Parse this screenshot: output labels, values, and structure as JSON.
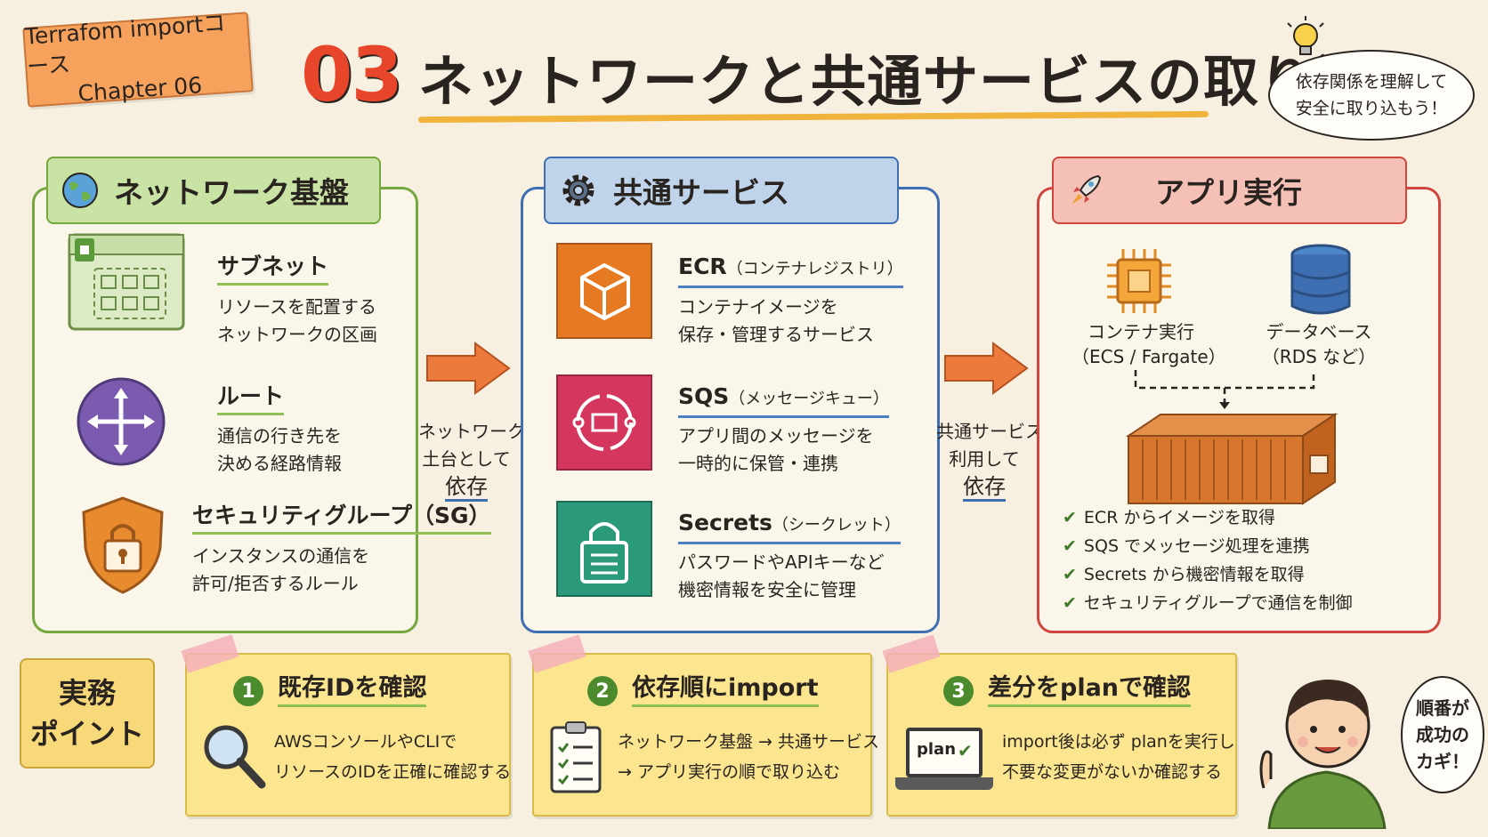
{
  "header": {
    "tag_line1": "Terrafom importコース",
    "tag_line2": "Chapter 06",
    "number": "03",
    "title": "ネットワークと共通サービスの取り込み",
    "bubble_line1": "依存関係を理解して",
    "bubble_line2": "安全に取り込もう！"
  },
  "network": {
    "title": "ネットワーク基盤",
    "items": [
      {
        "title": "サブネット",
        "desc1": "リソースを配置する",
        "desc2": "ネットワークの区画"
      },
      {
        "title": "ルート",
        "desc1": "通信の行き先を",
        "desc2": "決める経路情報"
      },
      {
        "title": "セキュリティグループ（SG）",
        "desc1": "インスタンスの通信を",
        "desc2": "許可/拒否するルール"
      }
    ]
  },
  "arrow1": {
    "line1": "ネットワークを",
    "line2": "土台として",
    "line3": "依存"
  },
  "services": {
    "title": "共通サービス",
    "items": [
      {
        "title": "ECR",
        "sub": "（コンテナレジストリ）",
        "desc1": "コンテナイメージを",
        "desc2": "保存・管理するサービス"
      },
      {
        "title": "SQS",
        "sub": "（メッセージキュー）",
        "desc1": "アプリ間のメッセージを",
        "desc2": "一時的に保管・連携"
      },
      {
        "title": "Secrets",
        "sub": "（シークレット）",
        "desc1": "パスワードやAPIキーなど",
        "desc2": "機密情報を安全に管理"
      }
    ]
  },
  "arrow2": {
    "line1": "共通サービスを",
    "line2": "利用して",
    "line3": "依存"
  },
  "app": {
    "title": "アプリ実行",
    "container_label": "コンテナ実行",
    "container_sub": "（ECS / Fargate）",
    "db_label": "データベース",
    "db_sub": "（RDS など）",
    "checks": [
      "ECR からイメージを取得",
      "SQS でメッセージ処理を連携",
      "Secrets から機密情報を取得",
      "セキュリティグループで通信を制御"
    ]
  },
  "points": {
    "label_line1": "実務",
    "label_line2": "ポイント",
    "items": [
      {
        "num": "1",
        "title": "既存IDを確認",
        "desc1": "AWSコンソールやCLIで",
        "desc2": "リソースのIDを正確に確認する"
      },
      {
        "num": "2",
        "title": "依存順にimport",
        "desc1": "ネットワーク基盤 → 共通サービス",
        "desc2": "→ アプリ実行の順で取り込む"
      },
      {
        "num": "3",
        "title": "差分をplanで確認",
        "desc1": "import後は必ず planを実行し",
        "desc2": "不要な変更がないか確認する",
        "screen_label": "plan"
      }
    ],
    "kid_line1": "順番が",
    "kid_line2": "成功の",
    "kid_line3": "カギ！"
  },
  "colors": {
    "green": "#74a83e",
    "blue": "#3f6fb3",
    "red": "#d0453d",
    "orange": "#e8462a"
  }
}
